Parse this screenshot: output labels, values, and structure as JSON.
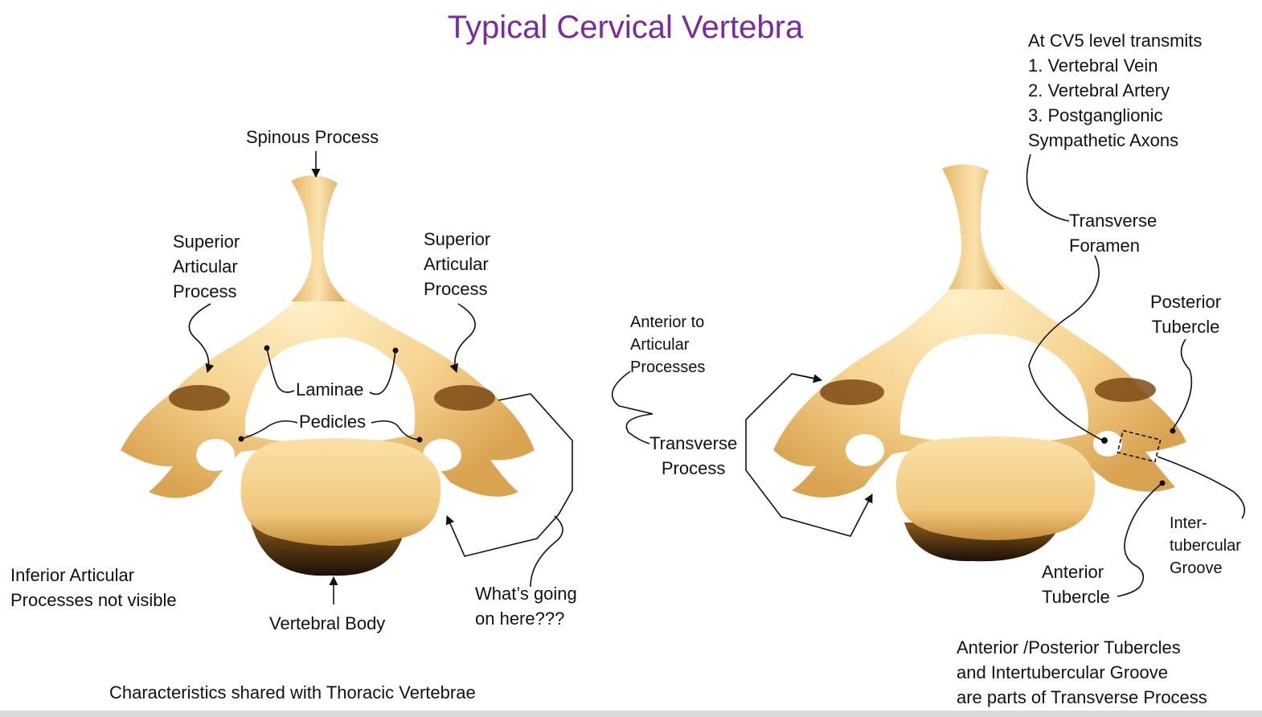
{
  "title": "Typical Cervical Vertebra",
  "colors": {
    "title": "#7b2a9e",
    "bone_light": "#fde3a8",
    "bone_mid": "#f2c777",
    "bone_dark": "#c58f37",
    "body_shadow": "#2a1a08",
    "line": "#111111"
  },
  "left_figure": {
    "spinous_process": "Spinous Process",
    "superior_articular_left": "Superior\nArticular\nProcess",
    "superior_articular_right": "Superior\nArticular\nProcess",
    "laminae": "Laminae",
    "pedicles": "Pedicles",
    "vertebral_body": "Vertebral Body",
    "inferior_articular_note": "Inferior Articular\nProcesses not visible",
    "question": "What’s going\non here???",
    "caption": "Characteristics shared with Thoracic Vertebrae"
  },
  "middle": {
    "anterior_to_articular": "Anterior to\nArticular\nProcesses",
    "transverse_process": "Transverse\nProcess"
  },
  "right_figure": {
    "transmits_note": "At CV5 level transmits\n1. Vertebral Vein\n2. Vertebral Artery\n3. Postganglionic\nSympathetic Axons",
    "transverse_foramen": "Transverse\nForamen",
    "posterior_tubercle": "Posterior\nTubercle",
    "intertubercular_groove": "Inter-\ntubercular\nGroove",
    "anterior_tubercle": "Anterior\nTubercle",
    "caption": "Anterior /Posterior Tubercles\nand Intertubercular Groove\nare parts of Transverse Process"
  }
}
